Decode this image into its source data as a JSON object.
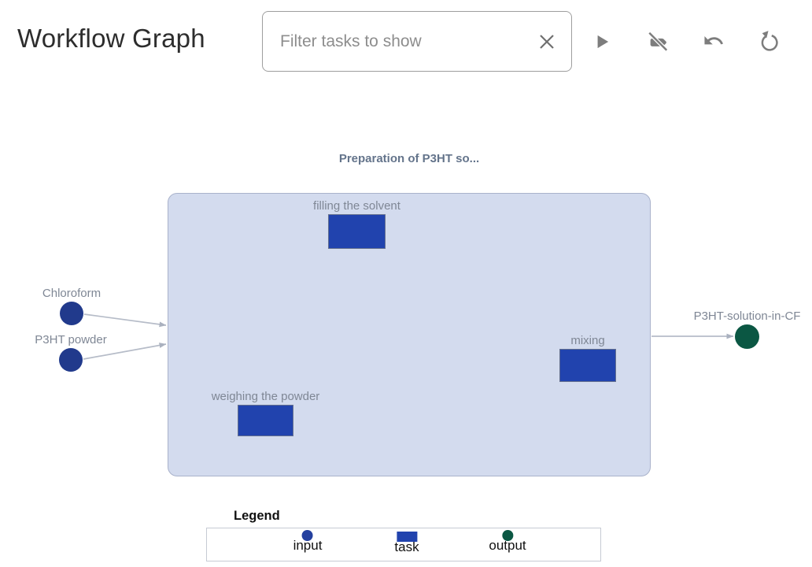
{
  "header": {
    "title": "Workflow Graph",
    "filter": {
      "placeholder": "Filter tasks to show",
      "value": "",
      "clear_icon": "close-x-icon"
    },
    "toolbar": [
      {
        "name": "run",
        "icon": "play-icon"
      },
      {
        "name": "labels-off",
        "icon": "label-off-icon"
      },
      {
        "name": "undo",
        "icon": "undo-icon"
      },
      {
        "name": "reset",
        "icon": "reset-rotate-icon"
      }
    ]
  },
  "graph": {
    "group": {
      "title": "Preparation of P3HT so..."
    },
    "inputs": [
      {
        "label": "Chloroform"
      },
      {
        "label": "P3HT powder"
      }
    ],
    "tasks": [
      {
        "label": "filling the solvent"
      },
      {
        "label": "mixing"
      },
      {
        "label": "weighing the powder"
      }
    ],
    "outputs": [
      {
        "label": "P3HT-solution-in-CF"
      }
    ],
    "edges": [
      {
        "from": "Chloroform",
        "to": "group"
      },
      {
        "from": "P3HT powder",
        "to": "group"
      },
      {
        "from": "group",
        "to": "P3HT-solution-in-CF"
      }
    ]
  },
  "legend": {
    "title": "Legend",
    "items": [
      {
        "label": "input",
        "swatch": "blue-circle"
      },
      {
        "label": "task",
        "swatch": "blue-rect"
      },
      {
        "label": "output",
        "swatch": "green-circle"
      }
    ]
  },
  "colors": {
    "input_node": "#213a8c",
    "task_node": "#2143ae",
    "output_node": "#0b5743",
    "group_fill": "#d3dbee",
    "group_border": "#a9b2cb",
    "arrow": "#b6bcc8",
    "node_label": "#7f8795",
    "group_title": "#64748b",
    "icon_gray": "#7d7d7d"
  }
}
